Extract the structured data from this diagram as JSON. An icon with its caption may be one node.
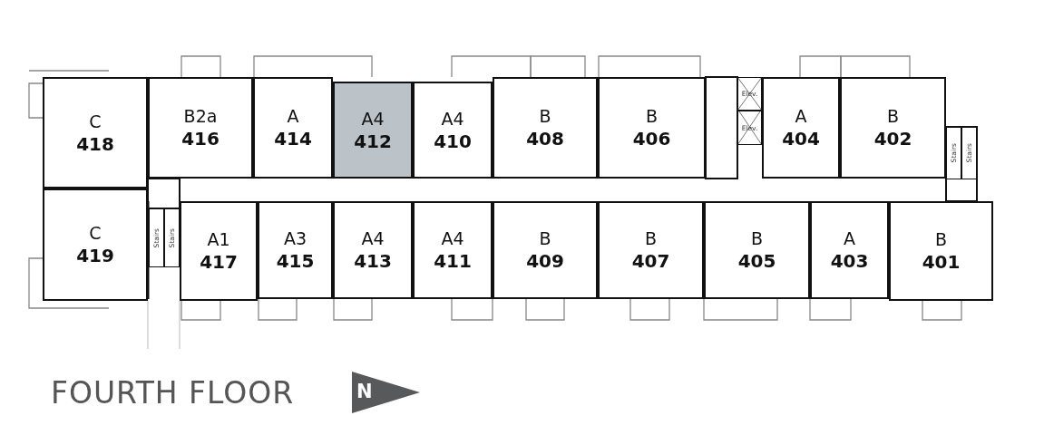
{
  "diagram": {
    "title": "FOURTH FLOOR",
    "nodes": [
      {
        "text": [
          "C",
          "418"
        ]
      },
      {
        "text": [
          "B2a",
          "416"
        ]
      },
      {
        "text": [
          "A",
          "414"
        ]
      },
      {
        "text": [
          "A4",
          "412"
        ]
      },
      {
        "text": [
          "A4",
          "410"
        ]
      },
      {
        "text": [
          "B",
          "408"
        ]
      },
      {
        "text": [
          "B",
          "406"
        ]
      },
      {
        "text": [
          "Elev."
        ]
      },
      {
        "text": [
          "Elev."
        ]
      },
      {
        "text": [
          "A",
          "404"
        ]
      },
      {
        "text": [
          "B",
          "402"
        ]
      },
      {
        "text": [
          "Stairs"
        ]
      },
      {
        "text": [
          "Stairs"
        ]
      },
      {
        "text": [
          "C",
          "419"
        ]
      },
      {
        "text": [
          "Stairs"
        ]
      },
      {
        "text": [
          "Stairs"
        ]
      },
      {
        "text": [
          "A1",
          "417"
        ]
      },
      {
        "text": [
          "A3",
          "415"
        ]
      },
      {
        "text": [
          "A4",
          "413"
        ]
      },
      {
        "text": [
          "A4",
          "411"
        ]
      },
      {
        "text": [
          "B",
          "409"
        ]
      },
      {
        "text": [
          "B",
          "407"
        ]
      },
      {
        "text": [
          "B",
          "405"
        ]
      },
      {
        "text": [
          "A",
          "403"
        ]
      },
      {
        "text": [
          "B",
          "401"
        ]
      }
    ],
    "edges": [],
    "labels": [
      "N"
    ]
  }
}
